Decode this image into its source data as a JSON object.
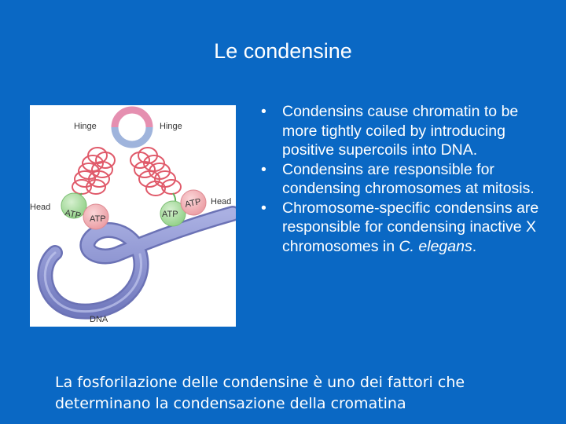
{
  "slide": {
    "title": "Le condensine",
    "figure": {
      "labels": {
        "hinge_left": "Hinge",
        "hinge_right": "Hinge",
        "head_left": "Head",
        "head_right": "Head",
        "atp_1": "ATP",
        "atp_2": "ATP",
        "atp_3": "ATP",
        "atp_4": "ATP",
        "dna": "DNA"
      }
    },
    "bullets": [
      {
        "text": "Condensins cause chromatin to be more tightly coiled by introducing positive supercoils into DNA."
      },
      {
        "text": "Condensins are responsible for condensing chromosomes at mitosis."
      },
      {
        "text_before": "Chromosome-specific condensins are responsible for condensing inactive X chromosomes in ",
        "italic": "C. elegans",
        "text_after": "."
      }
    ],
    "bullet_symbol": "•",
    "caption": "La fosforilazione delle condensine è uno dei fattori che determinano la condensazione della cromatina"
  },
  "colors": {
    "background": "#0a68c4",
    "text": "#ffffff",
    "coil": "#e05a6a",
    "hinge_ring_top": "#e58fb0",
    "hinge_ring_bottom": "#9fb4dc",
    "head_green": "#a9dca0",
    "head_pink": "#f2a7ad",
    "dna": "#8f96d2"
  }
}
